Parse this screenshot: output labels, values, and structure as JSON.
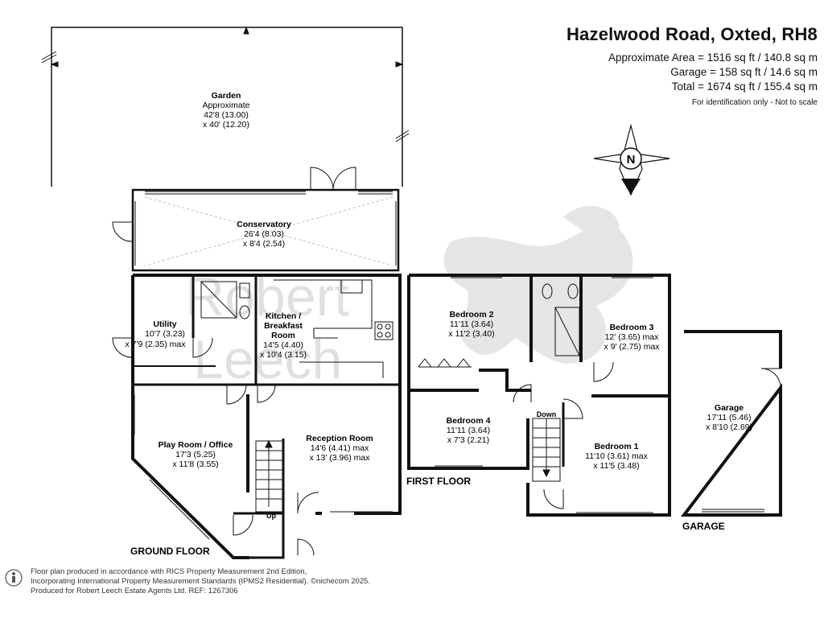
{
  "header": {
    "title": "Hazelwood Road, Oxted, RH8",
    "area_line": "Approximate Area = 1516 sq ft / 140.8 sq m",
    "garage_line": "Garage = 158 sq ft / 14.6 sq m",
    "total_line": "Total = 1674 sq ft / 155.4 sq m",
    "note": "For identification only - Not to scale"
  },
  "compass": {
    "letter": "N",
    "icon": "north-compass-icon"
  },
  "watermark": {
    "line1": "Robert",
    "line2": "Leech"
  },
  "garden": {
    "name": "Garden",
    "line2": "Approximate",
    "line3": "42'8 (13.00)",
    "line4": "x 40' (12.20)"
  },
  "rooms": {
    "conservatory": {
      "name": "Conservatory",
      "dim1": "26'4 (8.03)",
      "dim2": "x 8'4 (2.54)"
    },
    "utility": {
      "name": "Utility",
      "dim1": "10'7 (3.23)",
      "dim2": "x 7'9 (2.35) max"
    },
    "kitchen": {
      "name1": "Kitchen /",
      "name2": "Breakfast",
      "name3": "Room",
      "dim1": "14'5 (4.40)",
      "dim2": "x 10'4 (3.15)"
    },
    "playroom": {
      "name": "Play Room / Office",
      "dim1": "17'3 (5.25)",
      "dim2": "x 11'8 (3.55)"
    },
    "reception": {
      "name": "Reception Room",
      "dim1": "14'6 (4.41) max",
      "dim2": "x 13' (3.96) max"
    },
    "bedroom2": {
      "name": "Bedroom 2",
      "dim1": "11'11 (3.64)",
      "dim2": "x 11'2 (3.40)"
    },
    "bedroom3": {
      "name": "Bedroom 3",
      "dim1": "12' (3.65) max",
      "dim2": "x 9' (2.75) max"
    },
    "bedroom4": {
      "name": "Bedroom 4",
      "dim1": "11'11 (3.64)",
      "dim2": "x 7'3 (2.21)"
    },
    "bedroom1": {
      "name": "Bedroom 1",
      "dim1": "11'10 (3.61) max",
      "dim2": "x 11'5 (3.48)"
    },
    "garage": {
      "name": "Garage",
      "dim1": "17'11 (5.46)",
      "dim2": "x 8'10 (2.69)"
    }
  },
  "stairs": {
    "up": "Up",
    "down": "Down"
  },
  "floor_labels": {
    "ground": "GROUND FLOOR",
    "first": "FIRST FLOOR",
    "garage": "GARAGE"
  },
  "footer": {
    "line1": "Floor plan produced in accordance with RICS Property Measurement 2nd Edition,",
    "line2": "Incorporating International Property Measurement Standards (IPMS2 Residential).  ©nichecom 2025.",
    "line3": "Produced for Robert Leech Estate Agents Ltd.   REF: 1267306",
    "icon": "person-icon"
  }
}
